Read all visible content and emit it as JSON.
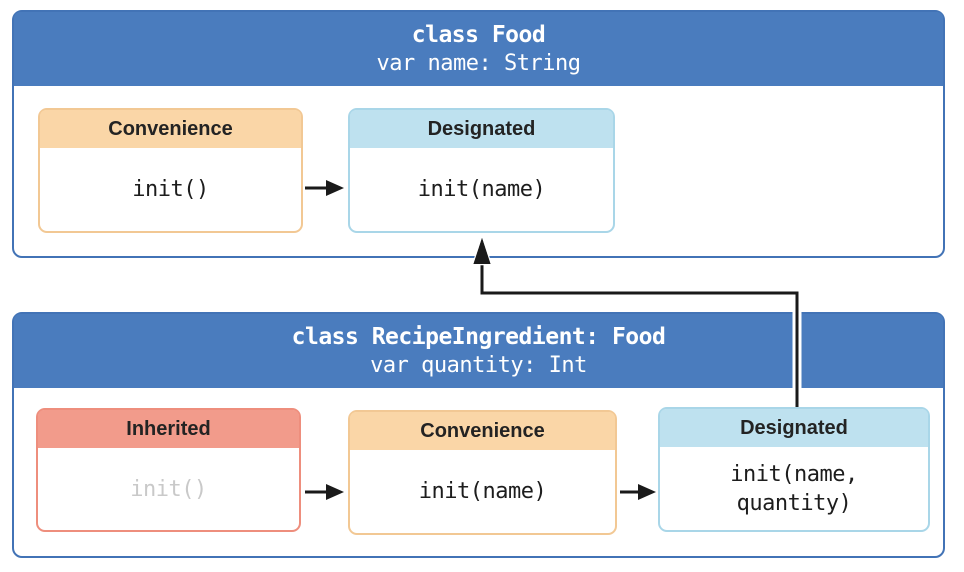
{
  "food": {
    "title": "class Food",
    "subtitle": "var name: String",
    "inits": [
      {
        "kind": "convenience",
        "label": "Convenience",
        "code": "init()"
      },
      {
        "kind": "designated",
        "label": "Designated",
        "code": "init(name)"
      }
    ]
  },
  "recipe": {
    "title": "class RecipeIngredient: Food",
    "subtitle": "var quantity: Int",
    "inits": [
      {
        "kind": "inherited",
        "label": "Inherited",
        "code": "init()"
      },
      {
        "kind": "convenience",
        "label": "Convenience",
        "code": "init(name)"
      },
      {
        "kind": "designated",
        "label": "Designated",
        "code": "init(name,\nquantity)"
      }
    ]
  },
  "arrows": [
    {
      "from": "food.convenience",
      "to": "food.designated",
      "meaning": "delegates across"
    },
    {
      "from": "recipe.inherited",
      "to": "recipe.convenience",
      "meaning": "delegates across"
    },
    {
      "from": "recipe.convenience",
      "to": "recipe.designated",
      "meaning": "delegates across"
    },
    {
      "from": "recipe.designated",
      "to": "food.designated",
      "meaning": "delegates up to superclass"
    }
  ],
  "colors": {
    "class_fill": "#4A7CBE",
    "class_border": "#4273B6",
    "header_text": "#FFFFFF",
    "convenience_fill": "#FAD6A7",
    "convenience_border": "#F2C894",
    "designated_fill": "#BEE1EF",
    "designated_border": "#A9D6E8",
    "inherited_fill": "#F29B8B",
    "inherited_border": "#EE8E7D",
    "label_color": "#232323",
    "code_color": "#1D1D1D",
    "muted_code": "#C9C9C9",
    "arrow_color": "#1A1A1A"
  }
}
